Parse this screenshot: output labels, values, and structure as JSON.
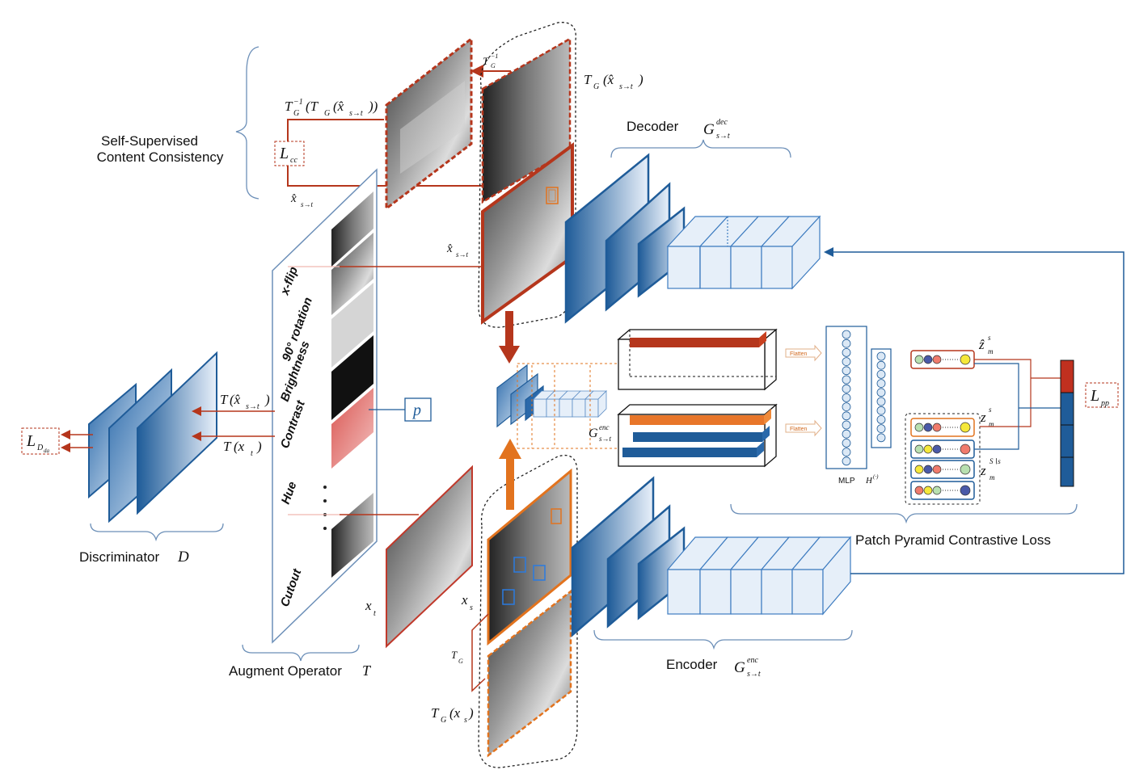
{
  "labels": {
    "self_supervised": [
      "Self-Supervised",
      "Content Consistency"
    ],
    "decoder": "Decoder",
    "decoder_sym": "G",
    "decoder_sup": "dec",
    "decoder_sub": "s→t",
    "encoder": "Encoder",
    "encoder_sym": "G",
    "encoder_sup": "enc",
    "encoder_sub": "s→t",
    "mid_enc_sym": "G",
    "mid_enc_sup": "enc",
    "mid_enc_sub": "s→t",
    "discriminator": "Discriminator",
    "discriminator_sym": "D",
    "augment": "Augment Operator",
    "augment_sym": "T",
    "pyramid_loss": "Patch Pyramid Contrastive Loss",
    "mlp": "MLP",
    "mlp_sym": "H",
    "mlp_sup": "(·)",
    "flatten": "Flatten"
  },
  "math": {
    "tg_inv_label": "T",
    "tg_inv_sub": "G",
    "tg_inv_sup": "−1",
    "tg_xhat": "T",
    "tg_xhat_sub": "G",
    "tg_xhat_arg": "(x̂",
    "tg_xhat_argsub": "s→t",
    "tg_xhat_close": ")",
    "consistency_expr": "T",
    "consistency_mid": "(T",
    "consistency_arg": "(x̂",
    "consistency_argsub": "s→t",
    "consistency_close": "))",
    "xhat": "x̂",
    "xhat_sub": "s→t",
    "xhat2": "x̂",
    "xhat2_sub": "s→t",
    "lcc": "L",
    "lcc_sub": "cc",
    "lpp": "L",
    "lpp_sub": "pp",
    "ld": "L",
    "ld_sub": "D",
    "ld_subsub": "da",
    "t_xhat": "T",
    "t_xhat_arg": "(x̂",
    "t_xhat_argsub": "s→t",
    "t_xhat_close": ")",
    "t_xt": "T",
    "t_xt_arg": "(x",
    "t_xt_argsub": "t",
    "t_xt_close": ")",
    "p": "p",
    "xt": "x",
    "xt_sub": "t",
    "xs": "x",
    "xs_sub": "s",
    "tg": "T",
    "tg_sub": "G",
    "tgxs": "T",
    "tgxs_sub": "G",
    "tgxs_arg": "(x",
    "tgxs_argsub": "s",
    "tgxs_close": ")",
    "z_hat": "ẑ",
    "z_hat_sup": "s",
    "z_hat_sub": "m",
    "z": "z",
    "z_sup": "s",
    "z_sub": "m",
    "z_neg": "z",
    "z_neg_sup": "S∖s",
    "z_neg_sub": "m"
  },
  "augmentations": [
    "x-flip",
    "90° rotation",
    "Brightness",
    "Contrast",
    "Hue",
    "Cutout"
  ],
  "colors": {
    "blue_dark": "#1f5c99",
    "blue_light": "#cfe0f2",
    "red": "#b5361c",
    "orange": "#e2731e",
    "feature_orange": "#e8762a",
    "feature_blue": "#1f5c99"
  }
}
